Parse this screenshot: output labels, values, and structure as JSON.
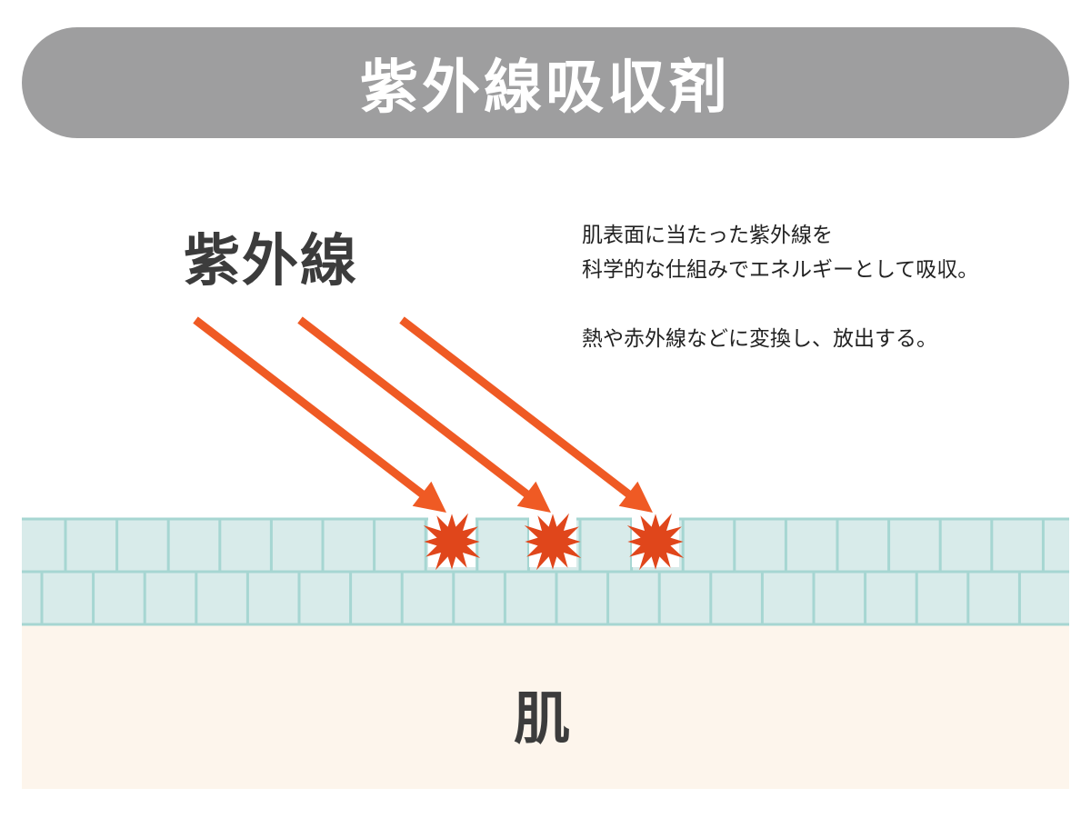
{
  "title": "紫外線吸収剤",
  "uv_label": "紫外線",
  "description": {
    "line1": "肌表面に当たった紫外線を",
    "line2": "科学的な仕組みでエネルギーとして吸収。",
    "line3": "熱や赤外線などに変換し、放出する。"
  },
  "skin_label": "肌",
  "colors": {
    "banner": "#9e9e9f",
    "arrow": "#ef5a24",
    "burst": "#e0461b",
    "cell_fill": "#d8ebea",
    "cell_line": "#a6d6d2",
    "skin": "#fdf5ec"
  },
  "uv_rays": 3,
  "absorption_points": 3
}
